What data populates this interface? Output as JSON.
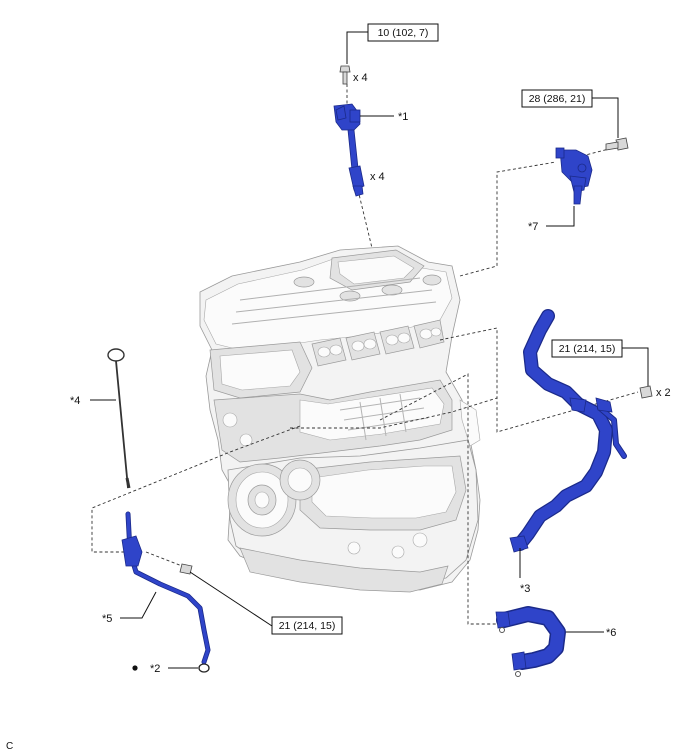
{
  "callouts": {
    "part1": "*1",
    "part2": "*2",
    "part3": "*3",
    "part4": "*4",
    "part5": "*5",
    "part6": "*6",
    "part7": "*7"
  },
  "torque": {
    "ignition_bolt": "10 (102, 7)",
    "bracket7_bolt": "28 (286, 21)",
    "hose_bolt": "21 (214, 15)",
    "guide_bolt": "21 (214, 15)"
  },
  "quantities": {
    "ignition_bolt_qty": "x 4",
    "coil_qty": "x 4",
    "hose_bolt_qty": "x 2"
  },
  "corner_mark": "C",
  "colors": {
    "part_blue": "#2f44c9",
    "engine_gray": "#f3f3f3"
  }
}
